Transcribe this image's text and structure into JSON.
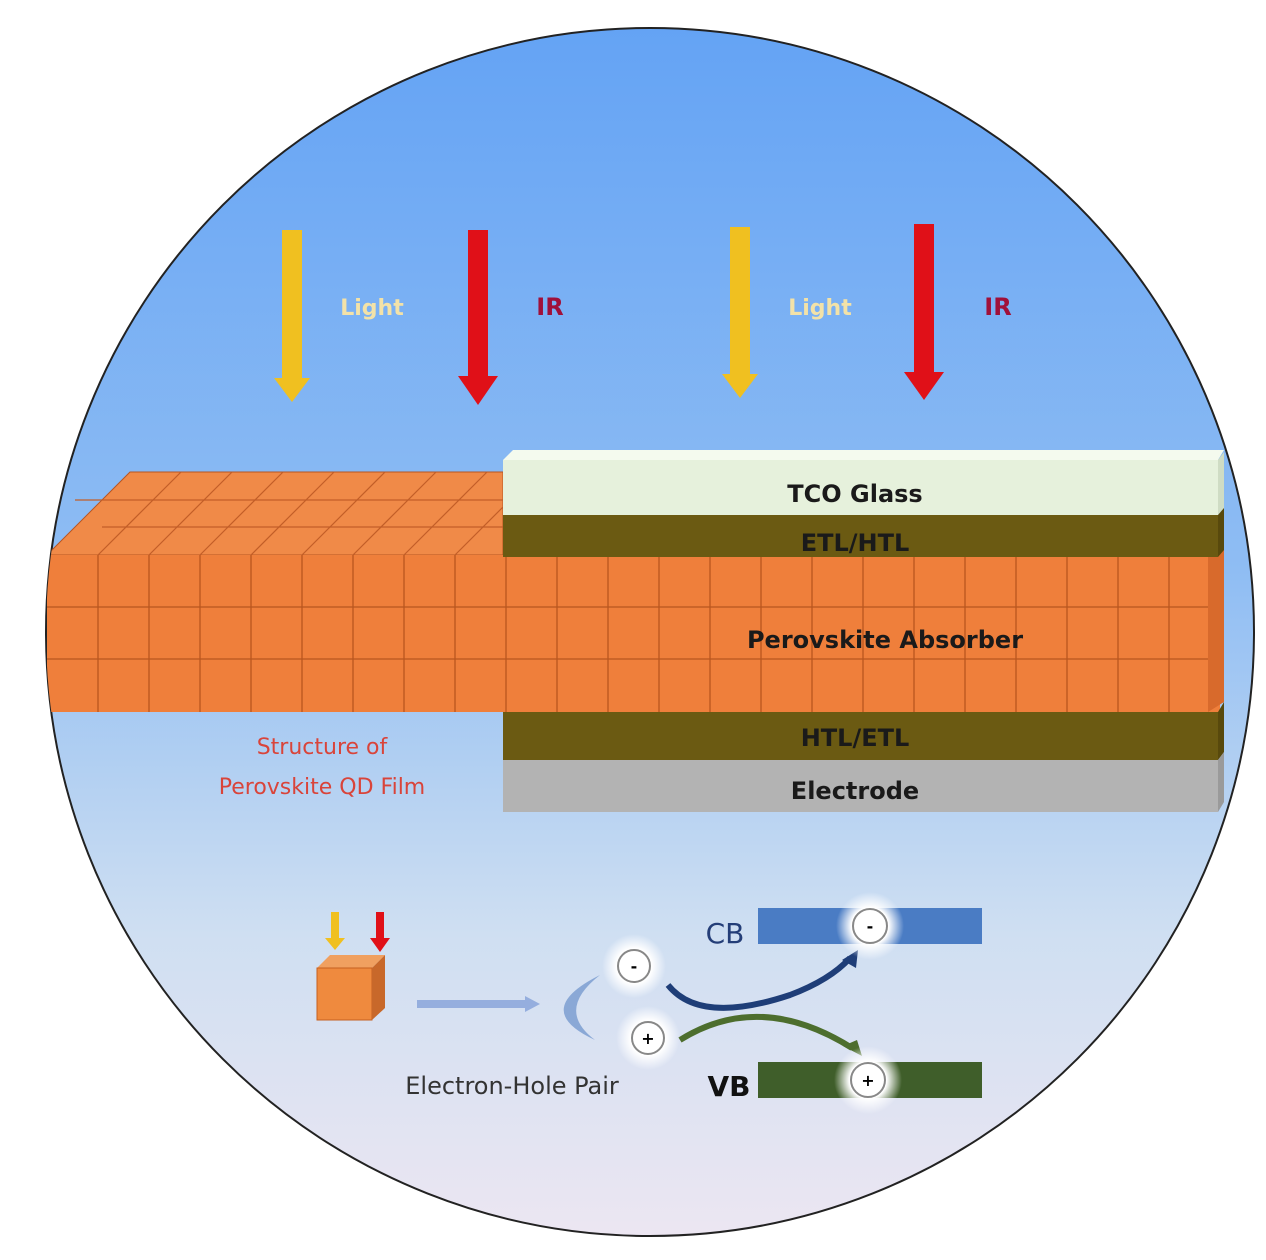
{
  "arrows": {
    "light_label_1": "Light",
    "ir_label_1": "IR",
    "light_label_2": "Light",
    "ir_label_2": "IR"
  },
  "layers": {
    "tco": "TCO Glass",
    "etl_htl": "ETL/HTL",
    "absorber": "Perovskite Absorber",
    "htl_etl": "HTL/ETL",
    "electrode": "Electrode"
  },
  "film_caption": {
    "line1": "Structure of",
    "line2": "Perovskite QD Film"
  },
  "mechanism": {
    "cb_label": "CB",
    "vb_label": "VB",
    "pair_label": "Electron-Hole Pair",
    "electron_symbol": "-",
    "hole_symbol": "+"
  },
  "colors": {
    "light": "#f0c020",
    "ir": "#e01018",
    "perovskite": "#ef7f3b",
    "transport": "#6b5a12",
    "cb": "#4a7cc4",
    "vb": "#3f5e2a"
  }
}
